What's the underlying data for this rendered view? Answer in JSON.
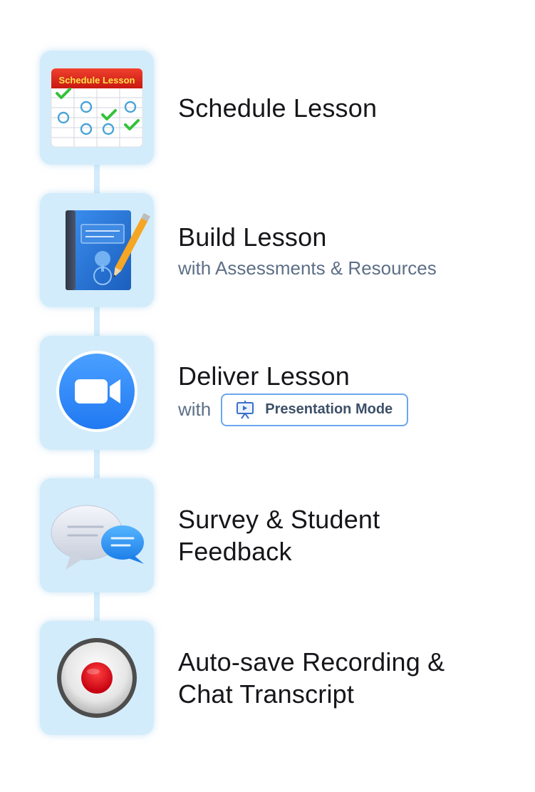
{
  "steps": [
    {
      "icon": "calendar-icon",
      "icon_label": "Schedule Lesson",
      "title": "Schedule Lesson"
    },
    {
      "icon": "notebook-pencil-icon",
      "title": "Build Lesson",
      "subtitle": "with Assessments & Resources"
    },
    {
      "icon": "video-camera-icon",
      "title": "Deliver Lesson",
      "with_label": "with",
      "button_label": "Presentation Mode",
      "button_icon": "presentation-board-icon"
    },
    {
      "icon": "speech-bubbles-icon",
      "title_line1": "Survey & Student",
      "title_line2": "Feedback"
    },
    {
      "icon": "record-button-icon",
      "title_line1": "Auto-save Recording &",
      "title_line2": "Chat Transcript"
    }
  ],
  "colors": {
    "tile_bg": "#d3ecfb",
    "title": "#16161a",
    "subtitle": "#5d6f87",
    "button_border": "#6aa6ee",
    "video_blue": "#2d8cff",
    "record_red": "#e0001b",
    "calendar_red": "#e8231b"
  }
}
